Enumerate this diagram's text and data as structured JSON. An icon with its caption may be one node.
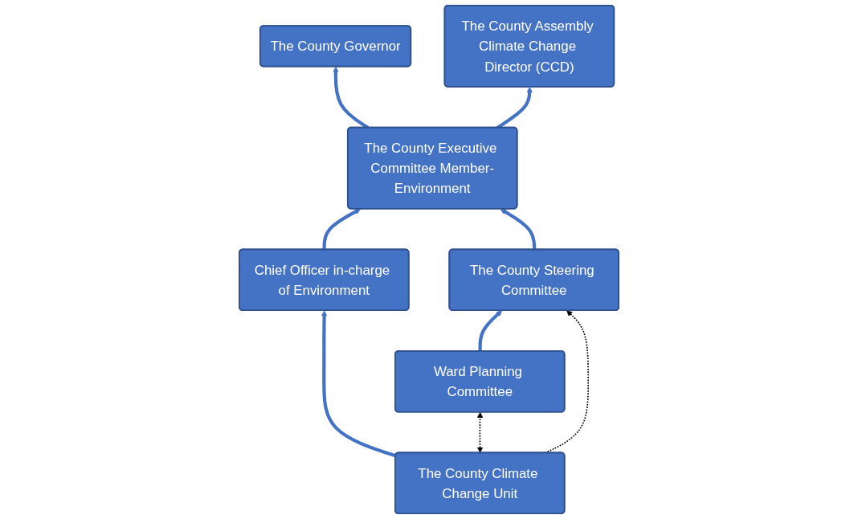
{
  "diagram": {
    "nodes": [
      {
        "text": [
          "The County Governor"
        ]
      },
      {
        "text": [
          "The County Executive Committee Member-Environment"
        ]
      },
      {
        "text": [
          "The County Assembly Climate Change Director (CCD)"
        ]
      },
      {
        "text": [
          "Chief Officer in-charge of Environment"
        ]
      },
      {
        "text": [
          "The County Steering Committee"
        ]
      },
      {
        "text": [
          "The County Climate Change Unit"
        ]
      },
      {
        "text": [
          "Ward Planning Committee"
        ]
      }
    ],
    "edges": [
      {
        "from": 1,
        "to": 0,
        "arrow": "to"
      },
      {
        "from": 1,
        "to": 2,
        "arrow": "to"
      },
      {
        "from": 3,
        "to": 1,
        "arrow": "to"
      },
      {
        "from": 4,
        "to": 1,
        "arrow": "to"
      },
      {
        "from": 6,
        "to": 4,
        "arrow": "to"
      },
      {
        "from": 5,
        "to": 3,
        "arrow": "to"
      },
      {
        "from": 5,
        "to": 4,
        "arrow": "to",
        "style": "dashed",
        "color": "#000000"
      },
      {
        "from": 5,
        "to": 6,
        "arrow": "both",
        "style": "dashed",
        "color": "#000000"
      }
    ]
  }
}
